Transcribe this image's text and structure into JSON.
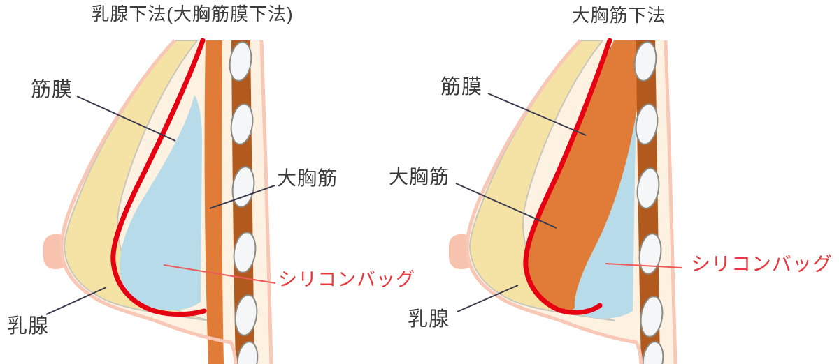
{
  "panels": [
    {
      "id": "subglandular",
      "title": "乳腺下法(大胸筋膜下法)",
      "labels": {
        "fascia": "筋膜",
        "pectoral": "大胸筋",
        "implant": "シリコンバッグ",
        "gland": "乳腺"
      }
    },
    {
      "id": "submuscular",
      "title": "大胸筋下法",
      "labels": {
        "fascia": "筋膜",
        "pectoral": "大胸筋",
        "implant": "シリコンバッグ",
        "gland": "乳腺"
      }
    }
  ],
  "colors": {
    "label_text": "#3a3a3a",
    "implant_label_red": "#e8383d",
    "skin_stroke": "#f8c7b6",
    "body_fill": "#fdf2e1",
    "gland_fill": "#f5e3a6",
    "gland_stroke": "#c9c7bd",
    "fascia_red": "#e60012",
    "implant_fill": "#b8dbe9",
    "muscle_fill": "#e17b38",
    "rib_column_fill": "#b2591e",
    "rib_fill": "#f4f6f8",
    "rib_stroke": "#8b8b85",
    "leader_dark": "#3b3b4f",
    "leader_red": "#ee5a5a"
  }
}
